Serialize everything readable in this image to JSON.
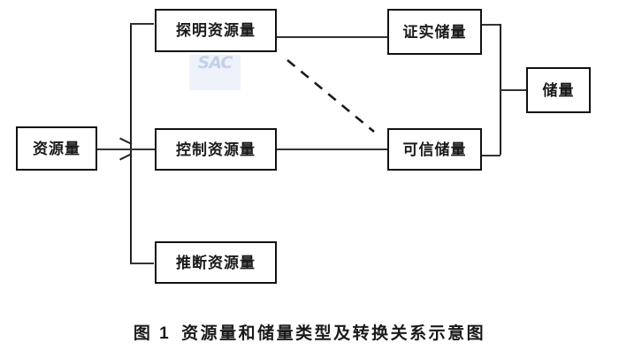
{
  "figure": {
    "caption_number": "图 1",
    "caption_title": "资源量和储量类型及转换关系示意图"
  },
  "watermark": {
    "text": "SAC",
    "color": "#c3d1e8",
    "background": "#eef2fa"
  },
  "colors": {
    "box_border": "#111111",
    "connector": "#222222",
    "text": "#1a1a1a",
    "background": "#ffffff"
  },
  "diagram": {
    "type": "flow-diagram",
    "nodes": [
      {
        "id": "resources",
        "label": "资源量"
      },
      {
        "id": "measured",
        "label": "探明资源量"
      },
      {
        "id": "indicated",
        "label": "控制资源量"
      },
      {
        "id": "inferred",
        "label": "推断资源量"
      },
      {
        "id": "proved-reserve",
        "label": "证实储量"
      },
      {
        "id": "probable-reserve",
        "label": "可信储量"
      },
      {
        "id": "reserves",
        "label": "储量"
      }
    ],
    "groupings": [
      {
        "id": "resource-bracket",
        "from": "resources",
        "members": [
          "measured",
          "indicated",
          "inferred"
        ]
      },
      {
        "id": "reserve-bracket",
        "to": "reserves",
        "members": [
          "proved-reserve",
          "probable-reserve"
        ]
      }
    ],
    "edges": [
      {
        "from": "measured",
        "to": "proved-reserve",
        "style": "solid"
      },
      {
        "from": "indicated",
        "to": "probable-reserve",
        "style": "solid"
      },
      {
        "from": "measured",
        "to": "probable-reserve",
        "style": "dashed"
      }
    ]
  }
}
